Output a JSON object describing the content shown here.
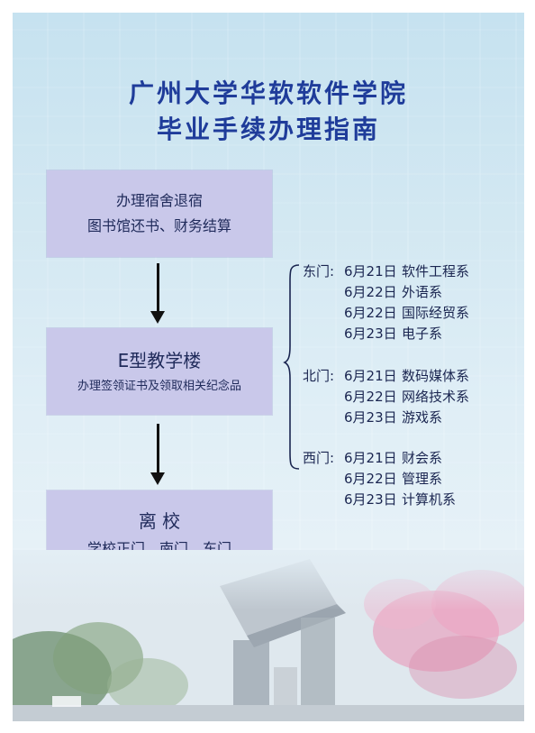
{
  "title": {
    "line1": "广州大学华软软件学院",
    "line2": "毕业手续办理指南"
  },
  "steps": [
    {
      "lines": [
        "办理宿舍退宿",
        "图书馆还书、财务结算"
      ]
    },
    {
      "heading": "E型教学楼",
      "sub": "办理签领证书及领取相关纪念品"
    },
    {
      "heading": "离  校",
      "sub": "学校正门、南门、东门"
    }
  ],
  "schedule": [
    {
      "gate": "东门:",
      "entries": [
        {
          "date": "6月21日",
          "dept": "软件工程系"
        },
        {
          "date": "6月22日",
          "dept": "外语系"
        },
        {
          "date": "6月22日",
          "dept": "国际经贸系"
        },
        {
          "date": "6月23日",
          "dept": "电子系"
        }
      ]
    },
    {
      "gate": "北门:",
      "entries": [
        {
          "date": "6月21日",
          "dept": "数码媒体系"
        },
        {
          "date": "6月22日",
          "dept": "网络技术系"
        },
        {
          "date": "6月23日",
          "dept": "游戏系"
        }
      ]
    },
    {
      "gate": "西门:",
      "entries": [
        {
          "date": "6月21日",
          "dept": "财会系"
        },
        {
          "date": "6月22日",
          "dept": "管理系"
        },
        {
          "date": "6月23日",
          "dept": "计算机系"
        }
      ]
    }
  ],
  "colors": {
    "title": "#1f3c9a",
    "box": "#c9c8ea",
    "text": "#1a2550",
    "background_top": "#c6e2f0",
    "blossom": "#e98fb4"
  }
}
